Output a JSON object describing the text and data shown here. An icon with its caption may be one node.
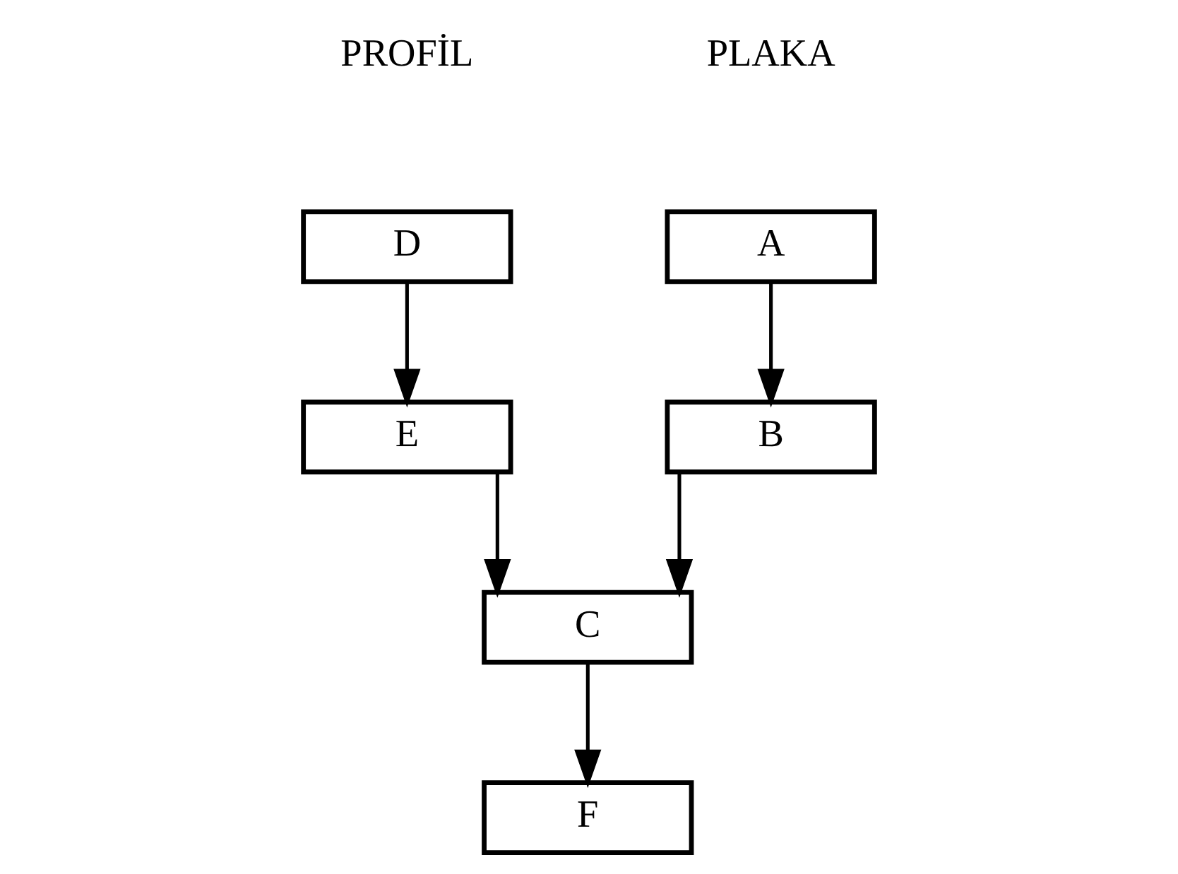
{
  "diagram": {
    "nodes": [
      {
        "text": [
          "A"
        ]
      },
      {
        "text": [
          "B"
        ]
      },
      {
        "text": [
          "C"
        ]
      },
      {
        "text": [
          "D"
        ]
      },
      {
        "text": [
          "E"
        ]
      },
      {
        "text": [
          "F"
        ]
      }
    ],
    "edges": [
      {
        "from": 0,
        "to": 1,
        "arrow": "to"
      },
      {
        "from": 3,
        "to": 4,
        "arrow": "to"
      },
      {
        "from": 1,
        "to": 2,
        "arrow": "to"
      },
      {
        "from": 4,
        "to": 2,
        "arrow": "to"
      },
      {
        "from": 2,
        "to": 5,
        "arrow": "to"
      }
    ],
    "labels": [
      "PLAKA",
      "PROFİL"
    ]
  }
}
